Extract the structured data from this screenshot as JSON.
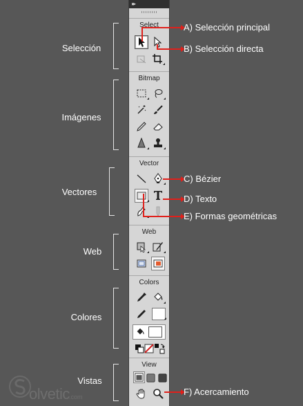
{
  "toolbar": {
    "sections": {
      "select": "Select",
      "bitmap": "Bitmap",
      "vector": "Vector",
      "web": "Web",
      "colors": "Colors",
      "view": "View"
    }
  },
  "left_labels": {
    "seleccion": "Selección",
    "imagenes": "Imágenes",
    "vectores": "Vectores",
    "web": "Web",
    "colores": "Colores",
    "vistas": "Vistas"
  },
  "callouts": {
    "a": "A) Selección principal",
    "b": "B) Selección directa",
    "c": "C) Bézier",
    "d": "D) Texto",
    "e": "E) Formas geométricas",
    "f": "F) Acercamiento"
  },
  "colors": {
    "background": "#575757",
    "panel": "#d6d6d6",
    "callout_line": "#e0201b"
  },
  "watermark": {
    "name": "olvetic",
    "domain": ".com"
  }
}
